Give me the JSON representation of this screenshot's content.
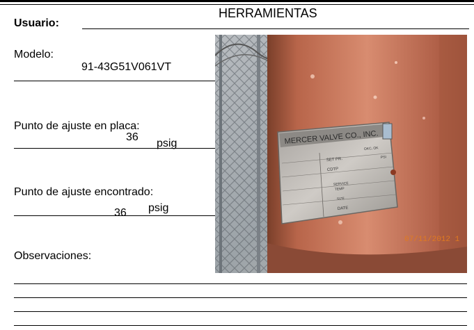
{
  "header": {
    "title": "HERRAMIENTAS",
    "usuario_label": "Usuario:"
  },
  "form": {
    "modelo_label": "Modelo:",
    "modelo_value": "91-43G51V061VT",
    "placa_label": "Punto de ajuste en placa:",
    "placa_value": "36",
    "placa_unit": "psig",
    "encontrado_label": "Punto de ajuste encontrado:",
    "encontrado_value": "36",
    "encontrado_unit": "psig",
    "observaciones_label": "Observaciones:"
  },
  "photo": {
    "plate_brand": "MERCER VALVE CO., INC.",
    "plate_city": "OKC, OK",
    "plate_setpr": "SET PR.",
    "plate_cdtp": "CDTP",
    "plate_service": "SERVICE",
    "plate_temp": "TEMP",
    "plate_size": "SIZE",
    "plate_date": "DATE",
    "plate_psi": "PSI",
    "timestamp": "07/11/2012 1"
  }
}
